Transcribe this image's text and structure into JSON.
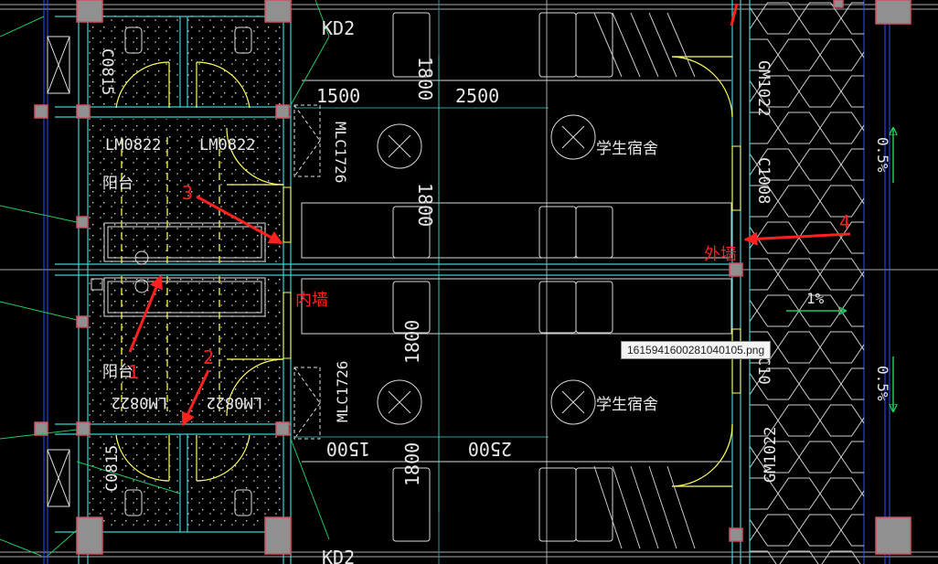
{
  "colors": {
    "background": "#000000",
    "wall": "#3fd0d0",
    "grid": "#a8a8a8",
    "text": "#e8e8e8",
    "door": "#ffff60",
    "column": "#909090",
    "column_edge": "#d05060",
    "annotation": "#ff2020",
    "leader": "#20c860",
    "hatch_hex": "#cfcfcf"
  },
  "labels": {
    "kd2_top": "KD2",
    "kd2_bottom": "KD2",
    "c0815_top": "C0815",
    "c0815_bottom": "C0815",
    "lm0822_top_left": "LM0822",
    "lm0822_top_right": "LM0822",
    "lm0822_bottom_left": "LM0822",
    "lm0822_bottom_right": "LM0822",
    "balcony_top": "阳台",
    "balcony_bottom": "阳台",
    "mlc1726_top": "MLC1726",
    "mlc1726_bottom": "MLC1726",
    "dim_1500_top": "1500",
    "dim_2500_top": "2500",
    "dim_1500_bottom": "1500",
    "dim_2500_bottom": "2500",
    "dim_1800_a": "1800",
    "dim_1800_b": "1800",
    "dim_1800_c": "1800",
    "dim_1800_d": "1800",
    "dorm_top": "学生宿舍",
    "dorm_bottom": "学生宿舍",
    "gm1022_top": "GM1022",
    "gm1022_bottom": "GM1022",
    "c1008_top": "C1008",
    "c1008_bottom": "C10",
    "slope_top": "0.5%",
    "slope_mid": "1%",
    "slope_bottom": "0.5%"
  },
  "annotations": {
    "num_1": "1",
    "num_2": "2",
    "num_3": "3",
    "num_4": "4",
    "inner_wall": "内墙",
    "outer_wall": "外墙"
  },
  "tooltip": {
    "filename": "1615941600281040105.png"
  }
}
